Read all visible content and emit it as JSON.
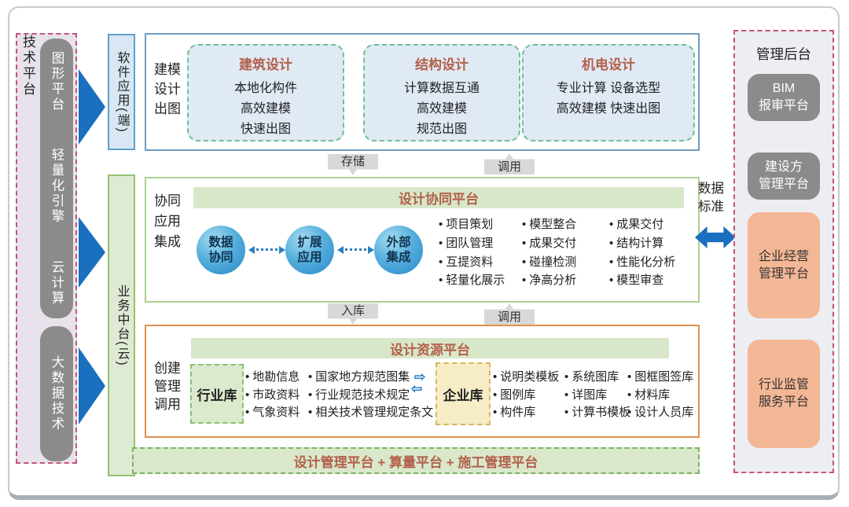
{
  "left_panel": {
    "title": "技术平台",
    "group1": [
      "图形平台",
      "轻量化引擎",
      "云计算"
    ],
    "group2": "大数据技术"
  },
  "columns": {
    "software": "软件应用(端)",
    "business": "业务中台(云)"
  },
  "top_section": {
    "label": "建模\n设计\n出图",
    "boxes": [
      {
        "title": "建筑设计",
        "lines": "本地化构件\n高效建模\n快速出图"
      },
      {
        "title": "结构设计",
        "lines": "计算数据互通\n高效建模\n规范出图"
      },
      {
        "title": "机电设计",
        "lines": "专业计算  设备选型\n高效建模  快速出图"
      }
    ]
  },
  "connectors": {
    "store": "存储",
    "call_top": "调用",
    "warehouse": "入库",
    "call_bottom": "调用"
  },
  "collab_section": {
    "label": "协同\n应用\n集成",
    "header": "设计协同平台",
    "circles": [
      "数据\n协同",
      "扩展\n应用",
      "外部\n集成"
    ],
    "bullets": [
      [
        "项目策划",
        "团队管理",
        "互提资料",
        "轻量化展示"
      ],
      [
        "模型整合",
        "成果交付",
        "碰撞检测",
        "净高分析"
      ],
      [
        "成果交付",
        "结构计算",
        "性能化分析",
        "模型审查"
      ]
    ]
  },
  "resource_section": {
    "label": "创建\n管理\n调用",
    "header": "设计资源平台",
    "industry_lib_label": "行业库",
    "industry_cols": [
      [
        "地勘信息",
        "市政资料",
        "气象资料"
      ],
      [
        "国家地方规范图集",
        "行业规范技术规定",
        "相关技术管理规定条文"
      ]
    ],
    "enterprise_lib_label": "企业库",
    "enterprise_cols": [
      [
        "说明类模板",
        "图例库",
        "构件库"
      ],
      [
        "系统图库",
        "详图库",
        "计算书模板"
      ],
      [
        "图框图签库",
        "材料库",
        "设计人员库"
      ]
    ]
  },
  "bottom_bar": "设计管理平台 + 算量平台 + 施工管理平台",
  "data_standard": "数据\n标准",
  "admin_panel": {
    "title": "管理后台",
    "boxes": [
      {
        "label": "BIM\n报审平台",
        "type": "gray"
      },
      {
        "label": "建设方\n管理平台",
        "type": "gray"
      },
      {
        "label": "企业经营\n管理平台",
        "type": "salmon"
      },
      {
        "label": "行业监管\n服务平台",
        "type": "salmon"
      }
    ]
  },
  "icons": {
    "swap_right_glyph": "⇨",
    "swap_left_glyph": "⇦"
  },
  "colors": {
    "accent_blue": "#1a6fbe",
    "title_red": "#b2604c",
    "pink_dashed_border": "#c5527c",
    "green_border": "#8cbf70",
    "blue_border": "#6d9cbe",
    "orange_border": "#df9050",
    "gray_box": "#8b8b8b",
    "salmon_box": "#f4b795",
    "light_blue_fill": "#e0eaf4",
    "light_green_fill": "#d8e7c9",
    "light_yellow_fill": "#f6ecc6",
    "lavender_fill": "#e7e2ec"
  }
}
